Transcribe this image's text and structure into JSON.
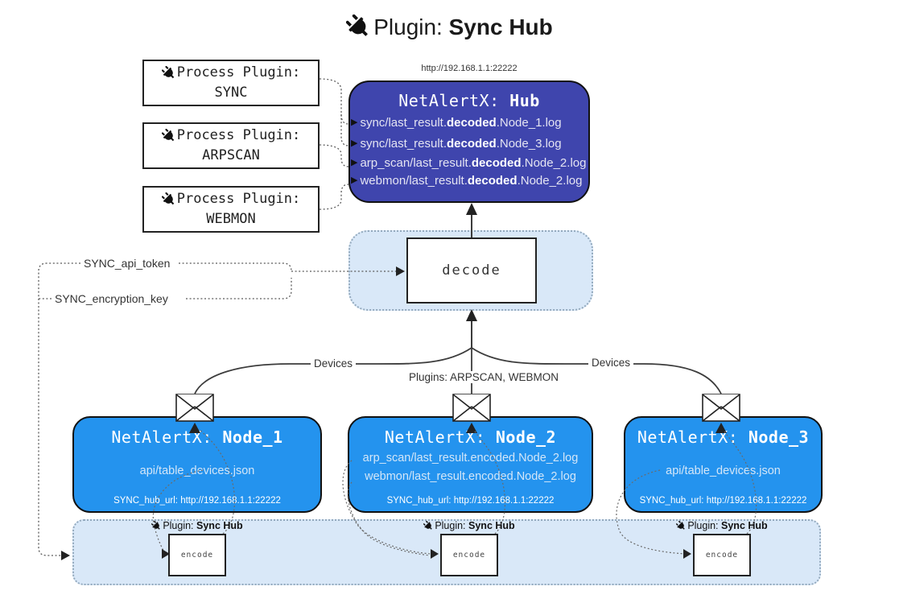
{
  "title": {
    "icon": "plug-icon",
    "prefix": "Plugin: ",
    "name": "Sync Hub"
  },
  "process_plugins": [
    {
      "label": "Process Plugin:",
      "name": "SYNC"
    },
    {
      "label": "Process Plugin:",
      "name": "ARPSCAN"
    },
    {
      "label": "Process Plugin:",
      "name": "WEBMON"
    }
  ],
  "hub": {
    "url": "http://192.168.1.1:22222",
    "title_prefix": "NetAlertX: ",
    "title_name": "Hub",
    "arrow_glyph": "▶",
    "logs": [
      {
        "pre": "sync/last_result.",
        "mid": "decoded",
        "post": ".Node_1.log"
      },
      {
        "pre": "sync/last_result.",
        "mid": "decoded",
        "post": ".Node_3.log"
      },
      {
        "pre": "arp_scan/last_result.",
        "mid": "decoded",
        "post": ".Node_2.log"
      },
      {
        "pre": "webmon/last_result.",
        "mid": "decoded",
        "post": ".Node_2.log"
      }
    ]
  },
  "decode": {
    "label": "decode"
  },
  "settings": {
    "api_token_label": "SYNC_api_token",
    "encryption_key_label": "SYNC_encryption_key"
  },
  "edge_labels": {
    "left": "Devices",
    "middle": "Plugins: ARPSCAN, WEBMON",
    "right": "Devices"
  },
  "nodes": [
    {
      "title_prefix": "NetAlertX: ",
      "title_name": "Node_1",
      "files": [
        "api/table_devices.json"
      ],
      "hub_url": "SYNC_hub_url: http://192.168.1.1:22222"
    },
    {
      "title_prefix": "NetAlertX: ",
      "title_name": "Node_2",
      "files": [
        "arp_scan/last_result.encoded.Node_2.log",
        "webmon/last_result.encoded.Node_2.log"
      ],
      "hub_url": "SYNC_hub_url: http://192.168.1.1:22222"
    },
    {
      "title_prefix": "NetAlertX: ",
      "title_name": "Node_3",
      "files": [
        "api/table_devices.json"
      ],
      "hub_url": "SYNC_hub_url: http://192.168.1.1:22222"
    }
  ],
  "encode_sections": [
    {
      "label_prefix": "Plugin: ",
      "label_name": "Sync Hub",
      "box_label": "encode"
    },
    {
      "label_prefix": "Plugin: ",
      "label_name": "Sync Hub",
      "box_label": "encode"
    },
    {
      "label_prefix": "Plugin: ",
      "label_name": "Sync Hub",
      "box_label": "encode"
    }
  ],
  "colors": {
    "hub_bg": "#3f45ad",
    "node_bg": "#2493ee",
    "panel_bg": "#d9e8f8",
    "panel_border": "#93a9bd",
    "line": "#3c3c3c"
  }
}
